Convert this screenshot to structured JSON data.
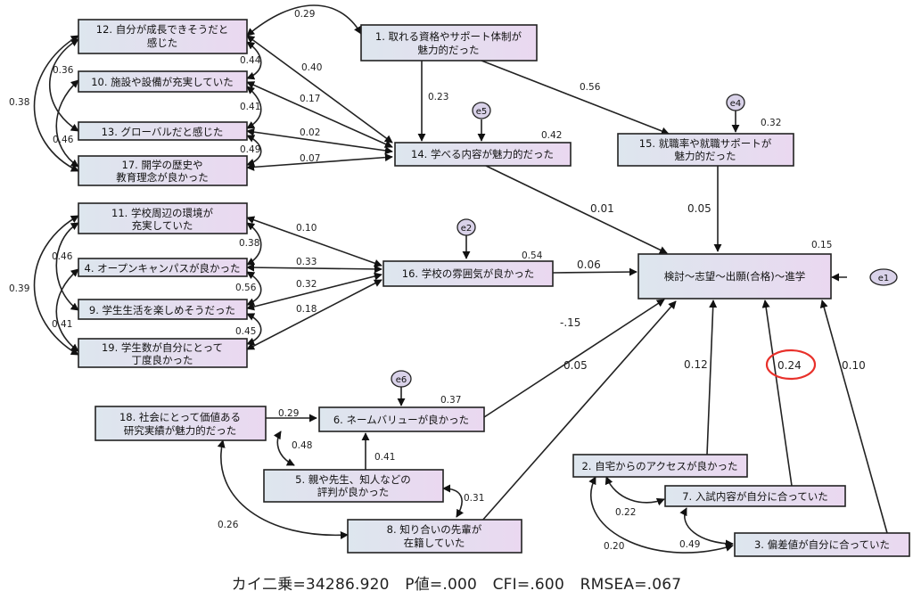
{
  "nodes": {
    "n12": [
      "12. 自分が成長できそうだと",
      "感じた"
    ],
    "n10": [
      "10. 施設や設備が充実していた"
    ],
    "n13": [
      "13. グローバルだと感じた"
    ],
    "n17": [
      "17. 開学の歴史や",
      "教育理念が良かった"
    ],
    "n1": [
      "1. 取れる資格やサポート体制が",
      "魅力的だった"
    ],
    "n14": [
      "14. 学べる内容が魅力的だった"
    ],
    "n15": [
      "15. 就職率や就職サポートが",
      "魅力的だった"
    ],
    "n11": [
      "11. 学校周辺の環境が",
      "充実していた"
    ],
    "n4": [
      "4. オープンキャンパスが良かった"
    ],
    "n9": [
      "9. 学生生活を楽しめそうだった"
    ],
    "n19": [
      "19. 学生数が自分にとって",
      "丁度良かった"
    ],
    "n16": [
      "16. 学校の雰囲気が良かった"
    ],
    "target": [
      "検討～志望～出願(合格)～進学"
    ],
    "n18": [
      "18. 社会にとって価値ある",
      "研究実績が魅力的だった"
    ],
    "n6": [
      "6. ネームバリューが良かった"
    ],
    "n5": [
      "5. 親や先生、知人などの",
      "評判が良かった"
    ],
    "n8": [
      "8. 知り合いの先輩が",
      "在籍していた"
    ],
    "n2": [
      "2. 自宅からのアクセスが良かった"
    ],
    "n7": [
      "7. 入試内容が自分に合っていた"
    ],
    "n3": [
      "3. 偏差値が自分に合っていた"
    ]
  },
  "errors": {
    "e5": "e5",
    "e4": "e4",
    "e2": "e2",
    "e6": "e6",
    "e1": "e1"
  },
  "coefficients": {
    "c_12_1": "0.29",
    "c_12_10": "0.36",
    "c_12_13": "0.44",
    "c_12_17": "0.38",
    "c_12_14": "0.40",
    "c_10_14": "0.17",
    "c_10_13": "0.41",
    "c_10_17": "0.46",
    "c_13_14": "0.02",
    "c_13_17": "0.49",
    "c_17_14": "0.07",
    "c_1_14": "0.23",
    "c_1_15": "0.56",
    "r2_14": "0.42",
    "r2_15": "0.32",
    "c_14_t": "0.01",
    "c_15_t": "0.05",
    "r2_t": "0.15",
    "c_11_16": "0.10",
    "c_11_9": "0.46",
    "c_11_19": "0.39",
    "c_11_4": "0.38",
    "c_4_16": "0.33",
    "c_4_9": "0.56",
    "c_4_19": "0.41",
    "c_9_16": "0.32",
    "c_9_19": "0.45",
    "c_19_16": "0.18",
    "r2_16": "0.54",
    "c_16_t": "0.06",
    "c_6_t": "-.15",
    "c_8_t": "0.05",
    "c_2_t": "0.12",
    "c_7_t": "0.24",
    "c_3_t": "0.10",
    "c_18_6": "0.29",
    "c_18_5": "0.48",
    "c_5_6": "0.41",
    "r2_6": "0.37",
    "c_5_8": "0.31",
    "c_18_8": "0.26",
    "c_2_7": "0.22",
    "c_2_3": "0.20",
    "c_7_3": "0.49"
  },
  "highlight_color": "#e8302a",
  "fit": {
    "chi": "カイ二乗=34286.920",
    "p": "P値=.000",
    "cfi": "CFI=.600",
    "rmsea": "RMSEA=.067"
  }
}
